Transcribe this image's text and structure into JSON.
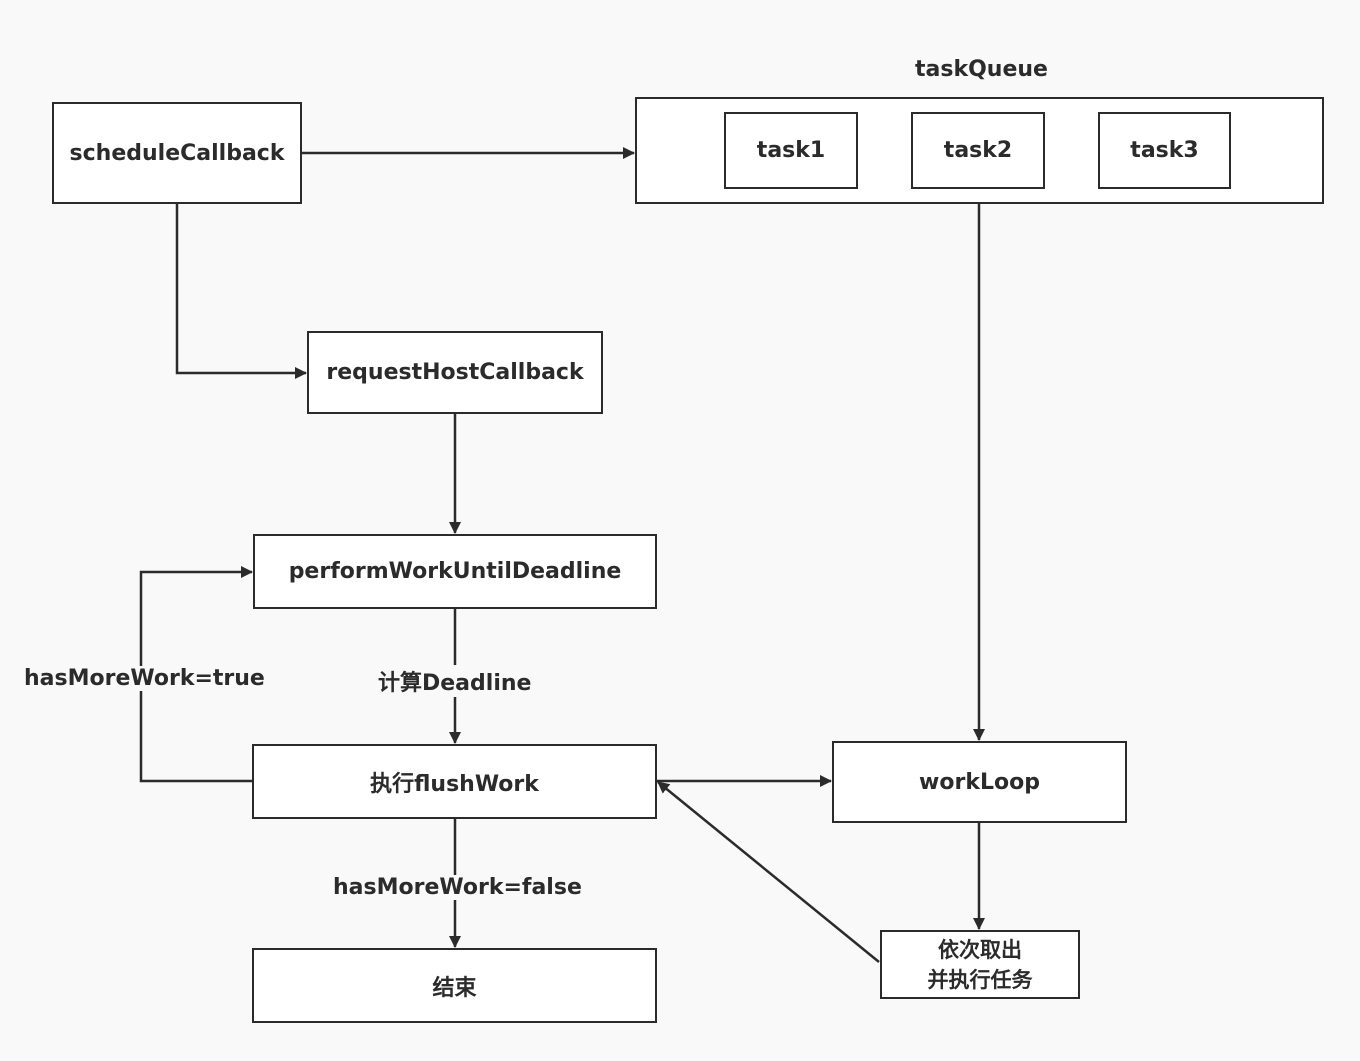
{
  "nodes": {
    "schedule_callback": "scheduleCallback",
    "task_queue_title": "taskQueue",
    "task1": "task1",
    "task2": "task2",
    "task3": "task3",
    "request_host_callback": "requestHostCallback",
    "perform_work_until_deadline": "performWorkUntilDeadline",
    "flush_work": "执行flushWork",
    "work_loop": "workLoop",
    "take_tasks_line1": "依次取出",
    "take_tasks_line2": "并执行任务",
    "end": "结束"
  },
  "edge_labels": {
    "compute_deadline": "计算Deadline",
    "has_more_work_true": "hasMoreWork=true",
    "has_more_work_false": "hasMoreWork=false"
  },
  "colors": {
    "stroke": "#2b2b2b",
    "box_fill": "#ffffff",
    "background": "#f9f9f9"
  }
}
